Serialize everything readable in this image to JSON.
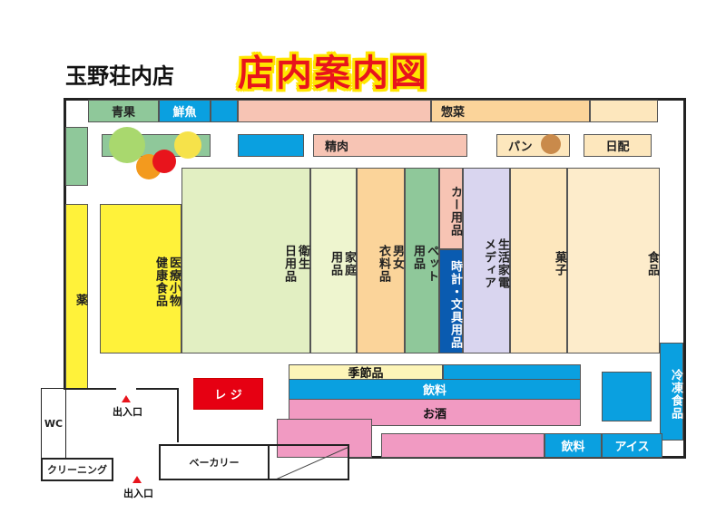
{
  "header": {
    "store_name": "玉野荘内店",
    "title": "店内案内図"
  },
  "sections": {
    "seika": "青果",
    "sengyo": "鮮魚",
    "sozai": "惣菜",
    "seiniku": "精肉",
    "pan": "パン",
    "nippai": "日配",
    "kusuri": "薬",
    "iryo": "医療小物\n健康食品",
    "eisei": "衛生\n日用品",
    "katei": "家庭\n用品",
    "irui": "男女\n衣料品",
    "pet": "ペット\n用品",
    "car": "カー用品",
    "tokei": "時計・文具用品",
    "kaden": "生活家電\nメディア",
    "kashi": "菓子",
    "shokuhin": "食品",
    "reito": "冷凍食品",
    "kisetsu": "季節品",
    "inryo": "飲料",
    "osake": "お酒",
    "inryo2": "飲料",
    "ice": "アイス",
    "reji": "レ ジ",
    "wc": "WC",
    "cleaning": "クリーニング",
    "bakery": "ベーカリー"
  },
  "entrances": [
    "出入口",
    "出入口"
  ],
  "colors": {
    "title": "#e8141c",
    "title_outline": "#ffe600",
    "fresh_fish": "#0aa0e0",
    "register": "#e60012"
  }
}
